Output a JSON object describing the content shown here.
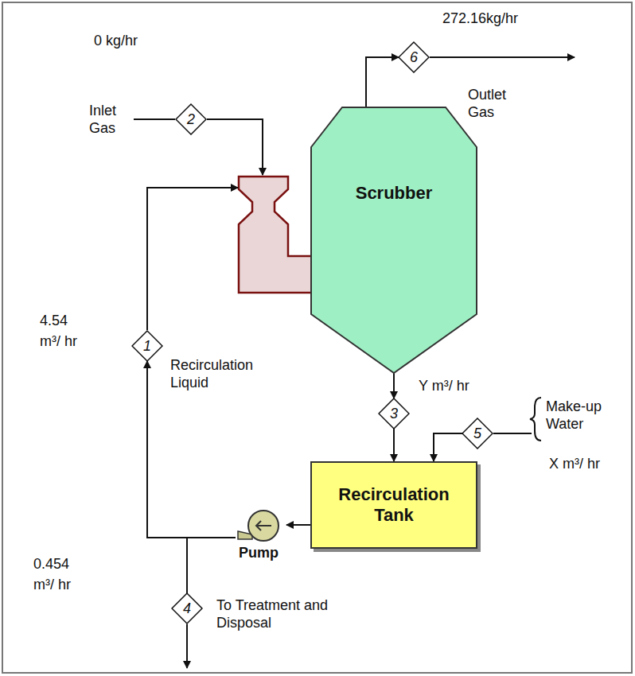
{
  "diagram": {
    "nodes": [
      {
        "text": [
          "2"
        ]
      },
      {
        "text": [
          "6"
        ]
      },
      {
        "text": [
          "Scrubber"
        ]
      },
      {
        "text": [
          "1"
        ]
      },
      {
        "text": [
          "3"
        ]
      },
      {
        "text": [
          "5"
        ]
      },
      {
        "text": [
          "Recirculation Tank"
        ]
      },
      {
        "text": [
          "Pump"
        ]
      },
      {
        "text": [
          "4"
        ]
      }
    ],
    "edges": [
      {
        "from": 2,
        "to": 1,
        "arrow": "to"
      },
      {
        "from": 2,
        "to": 4,
        "arrow": "to"
      },
      {
        "from": 4,
        "to": 6,
        "arrow": "to"
      },
      {
        "from": 5,
        "to": 6,
        "arrow": "to"
      },
      {
        "from": 6,
        "to": 7,
        "arrow": "to"
      },
      {
        "from": 7,
        "to": 3,
        "arrow": "to"
      },
      {
        "from": 7,
        "to": 8,
        "arrow": "to"
      }
    ],
    "labels": [
      "272.16kg/hr",
      "0 kg/hr",
      "Inlet Gas",
      "Outlet Gas",
      "4.54",
      "m³/ hr",
      "Recirculation Liquid",
      "Y m³/ hr",
      "Make-up Water",
      "X m³/ hr",
      "0.454",
      "m³/ hr",
      "To Treatment and Disposal"
    ]
  }
}
